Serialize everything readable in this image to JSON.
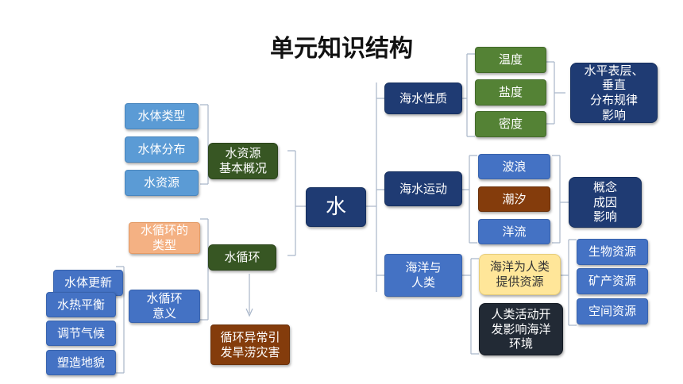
{
  "title": "单元知识结构",
  "center": "水",
  "left": {
    "resources": {
      "label": "水资源\n基本概况",
      "items": [
        "水体类型",
        "水体分布",
        "水资源"
      ]
    },
    "cycle": {
      "label": "水循环",
      "types": "水循环的\n类型",
      "significance": "水循环\n意义",
      "significance_items": [
        "水体更新",
        "水热平衡",
        "调节气候",
        "塑造地貌"
      ],
      "abnormal": "循环异常引\n发旱涝灾害"
    }
  },
  "right": {
    "properties": {
      "label": "海水性质",
      "items": [
        "温度",
        "盐度",
        "密度"
      ],
      "aspects": "水平表层、\n垂直\n分布规律\n影响"
    },
    "motion": {
      "label": "海水运动",
      "items": [
        "波浪",
        "潮汐",
        "洋流"
      ],
      "aspects": "概念\n成因\n影响"
    },
    "ocean_human": {
      "label": "海洋与\n人类",
      "provide": "海洋为人类\n提供资源",
      "impact": "人类活动开\n发影响海洋\n环境",
      "resources": [
        "生物资源",
        "矿产资源",
        "空间资源"
      ]
    }
  },
  "colors": {
    "light_blue": "#5b9bd5",
    "blue": "#4472c4",
    "navy": "#1f3b73",
    "green": "#548235",
    "dark_green": "#375623",
    "brown": "#843c0c",
    "peach": "#f4b183",
    "yellow": "#ffe699",
    "charcoal": "#222a35"
  }
}
